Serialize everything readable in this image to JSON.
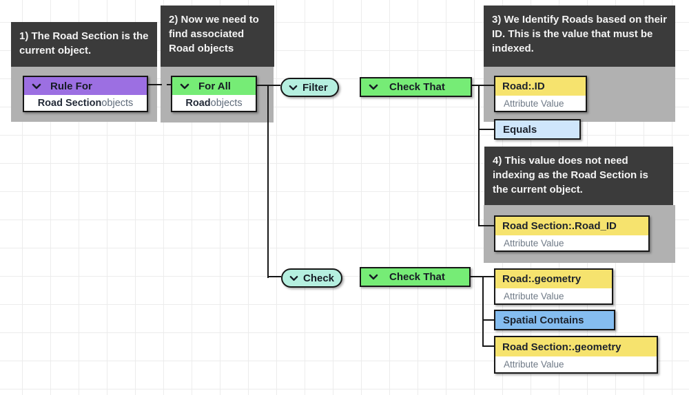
{
  "notes": {
    "n1": "1) The Road Section is the current object.",
    "n2": "2) Now we need to find associated Road objects",
    "n3": "3) We Identify Roads based on their ID. This is the value that must be indexed.",
    "n4": "4) This value does not need indexing as the Road Section is the current object."
  },
  "nodes": {
    "rule_for": {
      "label": "Rule For",
      "object_bold": "Road Section",
      "object_suffix": " objects"
    },
    "for_all": {
      "label": "For All",
      "object_bold": "Road",
      "object_suffix": " objects"
    },
    "filter": {
      "label": "Filter"
    },
    "check": {
      "label": "Check"
    },
    "check_that_top": {
      "label": "Check That"
    },
    "check_that_bottom": {
      "label": "Check That"
    },
    "road_id": {
      "label": "Road:.ID",
      "type": "Attribute Value"
    },
    "equals": {
      "label": "Equals"
    },
    "road_section_road_id": {
      "label": "Road Section:.Road_ID",
      "type": "Attribute Value"
    },
    "road_geometry": {
      "label": "Road:.geometry",
      "type": "Attribute Value"
    },
    "spatial_contains": {
      "label": "Spatial Contains"
    },
    "road_section_geometry": {
      "label": "Road Section:.geometry",
      "type": "Attribute Value"
    }
  },
  "colors": {
    "header_purple": "#9c6fe2",
    "header_green": "#76ec76",
    "pill_mint": "#b5efdf",
    "value_yellow": "#f6e36e",
    "operator_light_blue": "#cfe6fb",
    "operator_blue": "#85bdf0",
    "note_bg": "#3b3b3b",
    "selection_gray": "#b1b1b1",
    "line": "#161616"
  }
}
